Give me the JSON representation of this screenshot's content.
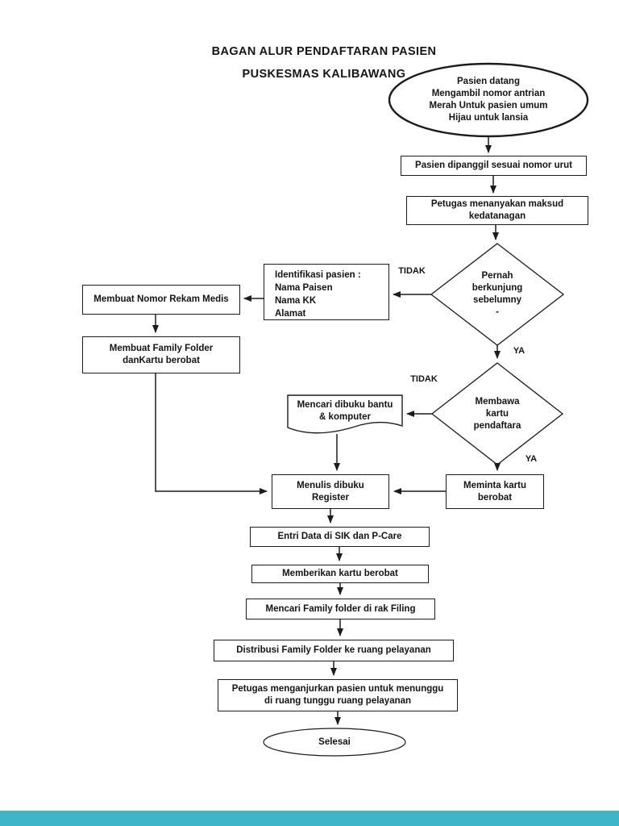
{
  "title": {
    "line1": "BAGAN ALUR PENDAFTARAN PASIEN",
    "line2": "PUSKESMAS KALIBAWANG"
  },
  "flowchart": {
    "nodes": {
      "start": "Pasien datang\nMengambil nomor antrian\nMerah Untuk pasien umum\nHijau untuk lansia",
      "called": "Pasien dipanggil sesuai nomor urut",
      "ask_purpose": "Petugas menanyakan maksud\nkedatanagan",
      "decision_visited": "Pernah\nberkunjung\nsebelumny\n-",
      "identify": "Identifikasi pasien :\nNama Paisen\nNama KK\nAlamat",
      "create_record": "Membuat Nomor Rekam Medis",
      "create_folder": "Membuat Family Folder\ndanKartu berobat",
      "decision_card": "Membawa\nkartu\npendaftara",
      "search_book": "Mencari dibuku bantu\n& komputer",
      "write_register": "Menulis dibuku\nRegister",
      "request_card": "Meminta kartu\nberobat",
      "entry_data": "Entri Data di SIK dan P-Care",
      "give_card": "Memberikan kartu berobat",
      "find_folder": "Mencari Family folder di rak Filing",
      "distribute_folder": "Distribusi Family Folder ke ruang pelayanan",
      "advise_wait": "Petugas menganjurkan pasien untuk menunggu\ndi ruang tunggu ruang pelayanan",
      "end": "Selesai"
    },
    "edge_labels": {
      "tidak1": "TIDAK",
      "ya1": "YA",
      "tidak2": "TIDAK",
      "ya2": "YA"
    }
  },
  "colors": {
    "line": "#1c1c1c",
    "footer_bar": "#3eb5c8"
  }
}
